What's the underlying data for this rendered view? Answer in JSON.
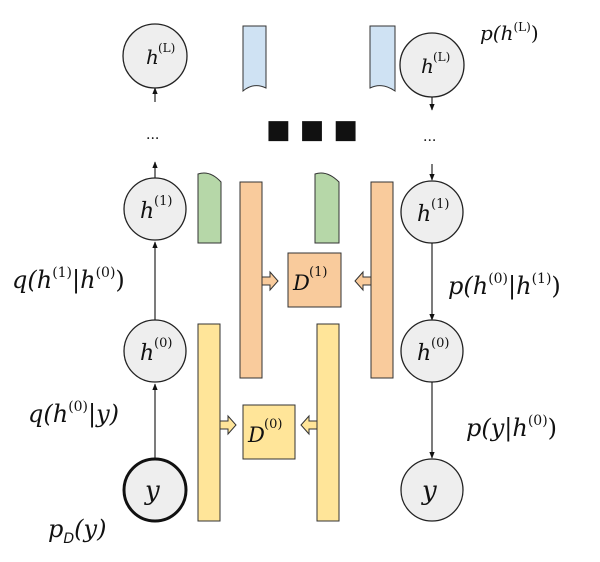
{
  "colors": {
    "blue": "#cfe2f3",
    "green": "#b6d7a8",
    "orange": "#f9cb9c",
    "yellow": "#ffe599",
    "node_fill": "#eeeeee"
  },
  "nodes": {
    "left_top": {
      "base": "h",
      "sup": "(L)"
    },
    "left_h1": {
      "base": "h",
      "sup": "(1)"
    },
    "left_h0": {
      "base": "h",
      "sup": "(0)"
    },
    "left_y": {
      "base": "y"
    },
    "right_top": {
      "base": "h",
      "sup": "(L)"
    },
    "right_h1": {
      "base": "h",
      "sup": "(1)"
    },
    "right_h0": {
      "base": "h",
      "sup": "(0)"
    },
    "right_y": {
      "base": "y"
    }
  },
  "ellipsis": {
    "left": "...",
    "right": "...",
    "middle": "■ ■ ■"
  },
  "discriminators": {
    "d1": {
      "base": "D",
      "sup": "(1)"
    },
    "d0": {
      "base": "D",
      "sup": "(0)"
    }
  },
  "labels": {
    "p_top": {
      "pre": "p(h",
      "sup": "(L)",
      "post": ")"
    },
    "q_h1_h0": {
      "pre": "q(h",
      "sup1": "(1)",
      "mid": "|h",
      "sup2": "(0)",
      "post": ")"
    },
    "q_h0_y": {
      "pre": "q(h",
      "sup": "(0)",
      "post": "|y)"
    },
    "p_data": {
      "pre": "p",
      "sub": "D",
      "post": "(y)"
    },
    "p_h0_h1": {
      "pre": "p(h",
      "sup1": "(0)",
      "mid": "|h",
      "sup2": "(1)",
      "post": ")"
    },
    "p_y_h0": {
      "pre": "p(y|h",
      "sup": "(0)",
      "post": ")"
    }
  }
}
